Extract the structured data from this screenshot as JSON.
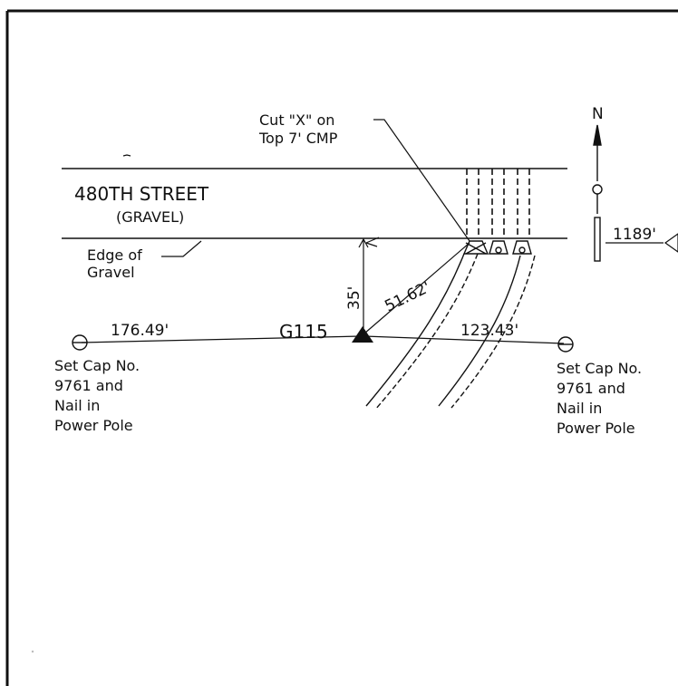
{
  "street": {
    "name": "480TH STREET",
    "surface": "(GRAVEL)"
  },
  "labels": {
    "culvert_note_line1": "Cut \"X\" on",
    "culvert_note_line2": "Top 7' CMP",
    "edge_line1": "Edge of",
    "edge_line2": "Gravel",
    "north": "N",
    "station": "G115"
  },
  "dimensions": {
    "west_tie": "176.49'",
    "east_tie": "123.43'",
    "to_culvert": "51.62'",
    "to_edge": "35'",
    "off_sheet": "1189'"
  },
  "left_monument": {
    "line1": "Set Cap No.",
    "line2": "9761 and",
    "line3": "Nail in",
    "line4": "Power Pole"
  },
  "right_monument": {
    "line1": "Set Cap No.",
    "line2": "9761 and",
    "line3": "Nail in",
    "line4": "Power Pole"
  },
  "colors": {
    "ink": "#111111",
    "paper": "#ffffff"
  }
}
